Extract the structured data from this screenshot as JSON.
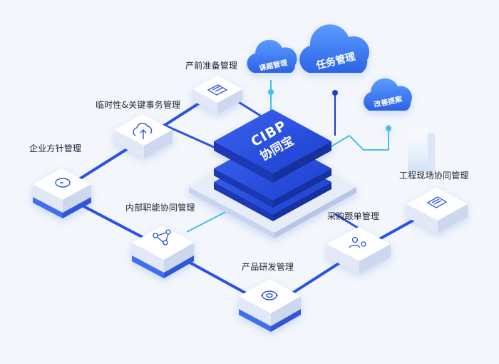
{
  "center": {
    "line1": "CIBP",
    "line2": "协同宝"
  },
  "clouds": [
    {
      "id": "cloud-topic-management",
      "text": "课题管理"
    },
    {
      "id": "cloud-task-management",
      "text": "任务管理"
    },
    {
      "id": "cloud-improvement-proposal",
      "text": "改善提案"
    }
  ],
  "modules": [
    {
      "id": "pre-production",
      "label": "产前准备管理"
    },
    {
      "id": "temporary-key-affairs",
      "label": "临时性&关键事务管理"
    },
    {
      "id": "enterprise-policy",
      "label": "企业方针管理"
    },
    {
      "id": "internal-collaboration",
      "label": "内部职能协同管理"
    },
    {
      "id": "rd-management",
      "label": "产品研发管理"
    },
    {
      "id": "procurement-tracking",
      "label": "采购跟单管理"
    },
    {
      "id": "site-collaboration",
      "label": "工程现场协同管理"
    }
  ],
  "colors": {
    "primary": "#2a52e6",
    "primary_dark": "#1736b8",
    "cloud": "#3b7cf3",
    "link_light": "#41c2e6",
    "tile_top": "#ffffff",
    "tile_side": "#dfe6f5",
    "tile_base": "#3f6ef0"
  }
}
